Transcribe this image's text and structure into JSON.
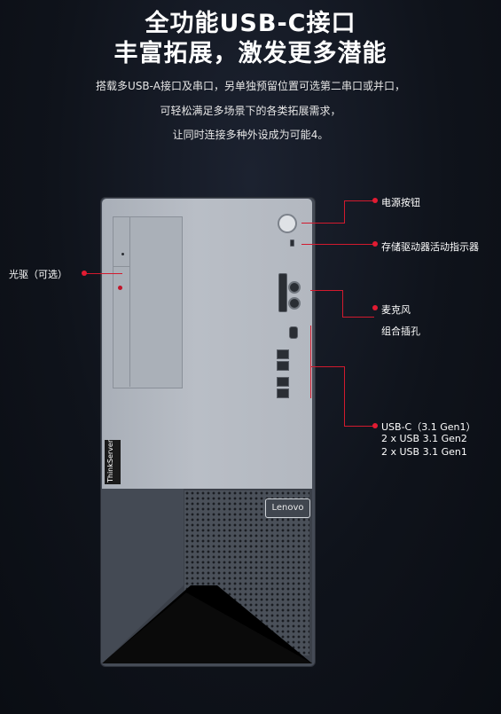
{
  "heading": {
    "line1": "全功能USB-C接口",
    "line2": "丰富拓展，激发更多潜能"
  },
  "description": {
    "line1": "搭载多USB-A接口及串口，另单独预留位置可选第二串口或并口，",
    "line2": "可轻松满足多场景下的各类拓展需求，",
    "line3": "让同时连接多种外设成为可能",
    "footnote": "4。"
  },
  "product": {
    "brand_front": "ThinkServer",
    "brand_badge": "Lenovo"
  },
  "callouts": {
    "optical_drive": "光驱（可选）",
    "power_button": "电源按钮",
    "storage_indicator": "存储驱动器活动指示器",
    "mic": "麦克风",
    "combo_jack": "组合插孔",
    "usb_c": "USB-C（3.1 Gen1）",
    "usb_a_1": "2 x USB 3.1 Gen2",
    "usb_a_2": "2 x USB 3.1 Gen1"
  },
  "colors": {
    "accent": "#e21b32",
    "background": "#0f131b"
  }
}
